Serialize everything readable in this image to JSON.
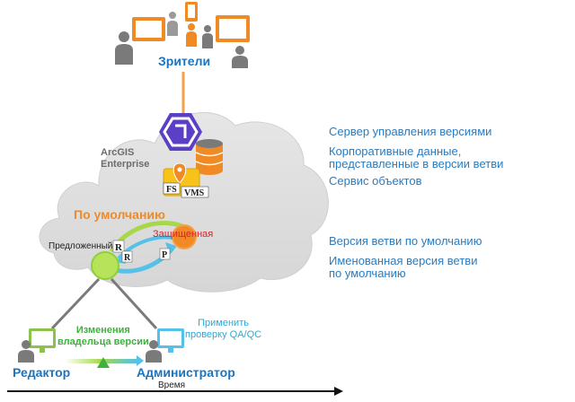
{
  "labels": {
    "viewers": "Зрители",
    "arcgis_line1": "ArcGIS",
    "arcgis_line2": "Enterprise",
    "default": "По умолчанию",
    "protected": "Защищенная",
    "proposed": "Предложенный",
    "changes_line1": "Изменения",
    "changes_line2": "владельца версии",
    "qa_line1": "Применить",
    "qa_line2": "проверку QA/QC",
    "editor": "Редактор",
    "admin": "Администратор",
    "time": "Время"
  },
  "badges": {
    "fs": "FS",
    "vms": "VMS",
    "r1": "R",
    "r2": "R",
    "p": "P"
  },
  "legend": {
    "version_server": "Сервер управления версиями",
    "enterprise_data_line1": "Корпоративные данные,",
    "enterprise_data_line2": "представленные в версии ветви",
    "feature_service": "Сервис объектов",
    "default_branch": "Версия ветви по умолчанию",
    "named_branch_line1": "Именованная версия ветви",
    "named_branch_line2": "по умолчанию"
  },
  "colors": {
    "cloud": "#dcdcdc",
    "orange": "#f08a24",
    "green": "#a6d84a",
    "blue_text": "#1a74c0",
    "legend_text": "#2a7bbf",
    "portal_purple": "#5b3fc4",
    "monitor_gray": "#6b6b6b",
    "monitor_green": "#8bc34a",
    "monitor_blue": "#55c1e8",
    "red": "#d8232a"
  },
  "icons": {
    "portal": "arcgis-enterprise-portal-icon",
    "database": "database-icon",
    "feature_service": "feature-service-icon",
    "editor": "editor-workstation-icon",
    "admin": "administrator-workstation-icon",
    "viewers": "viewers-group-icon"
  }
}
